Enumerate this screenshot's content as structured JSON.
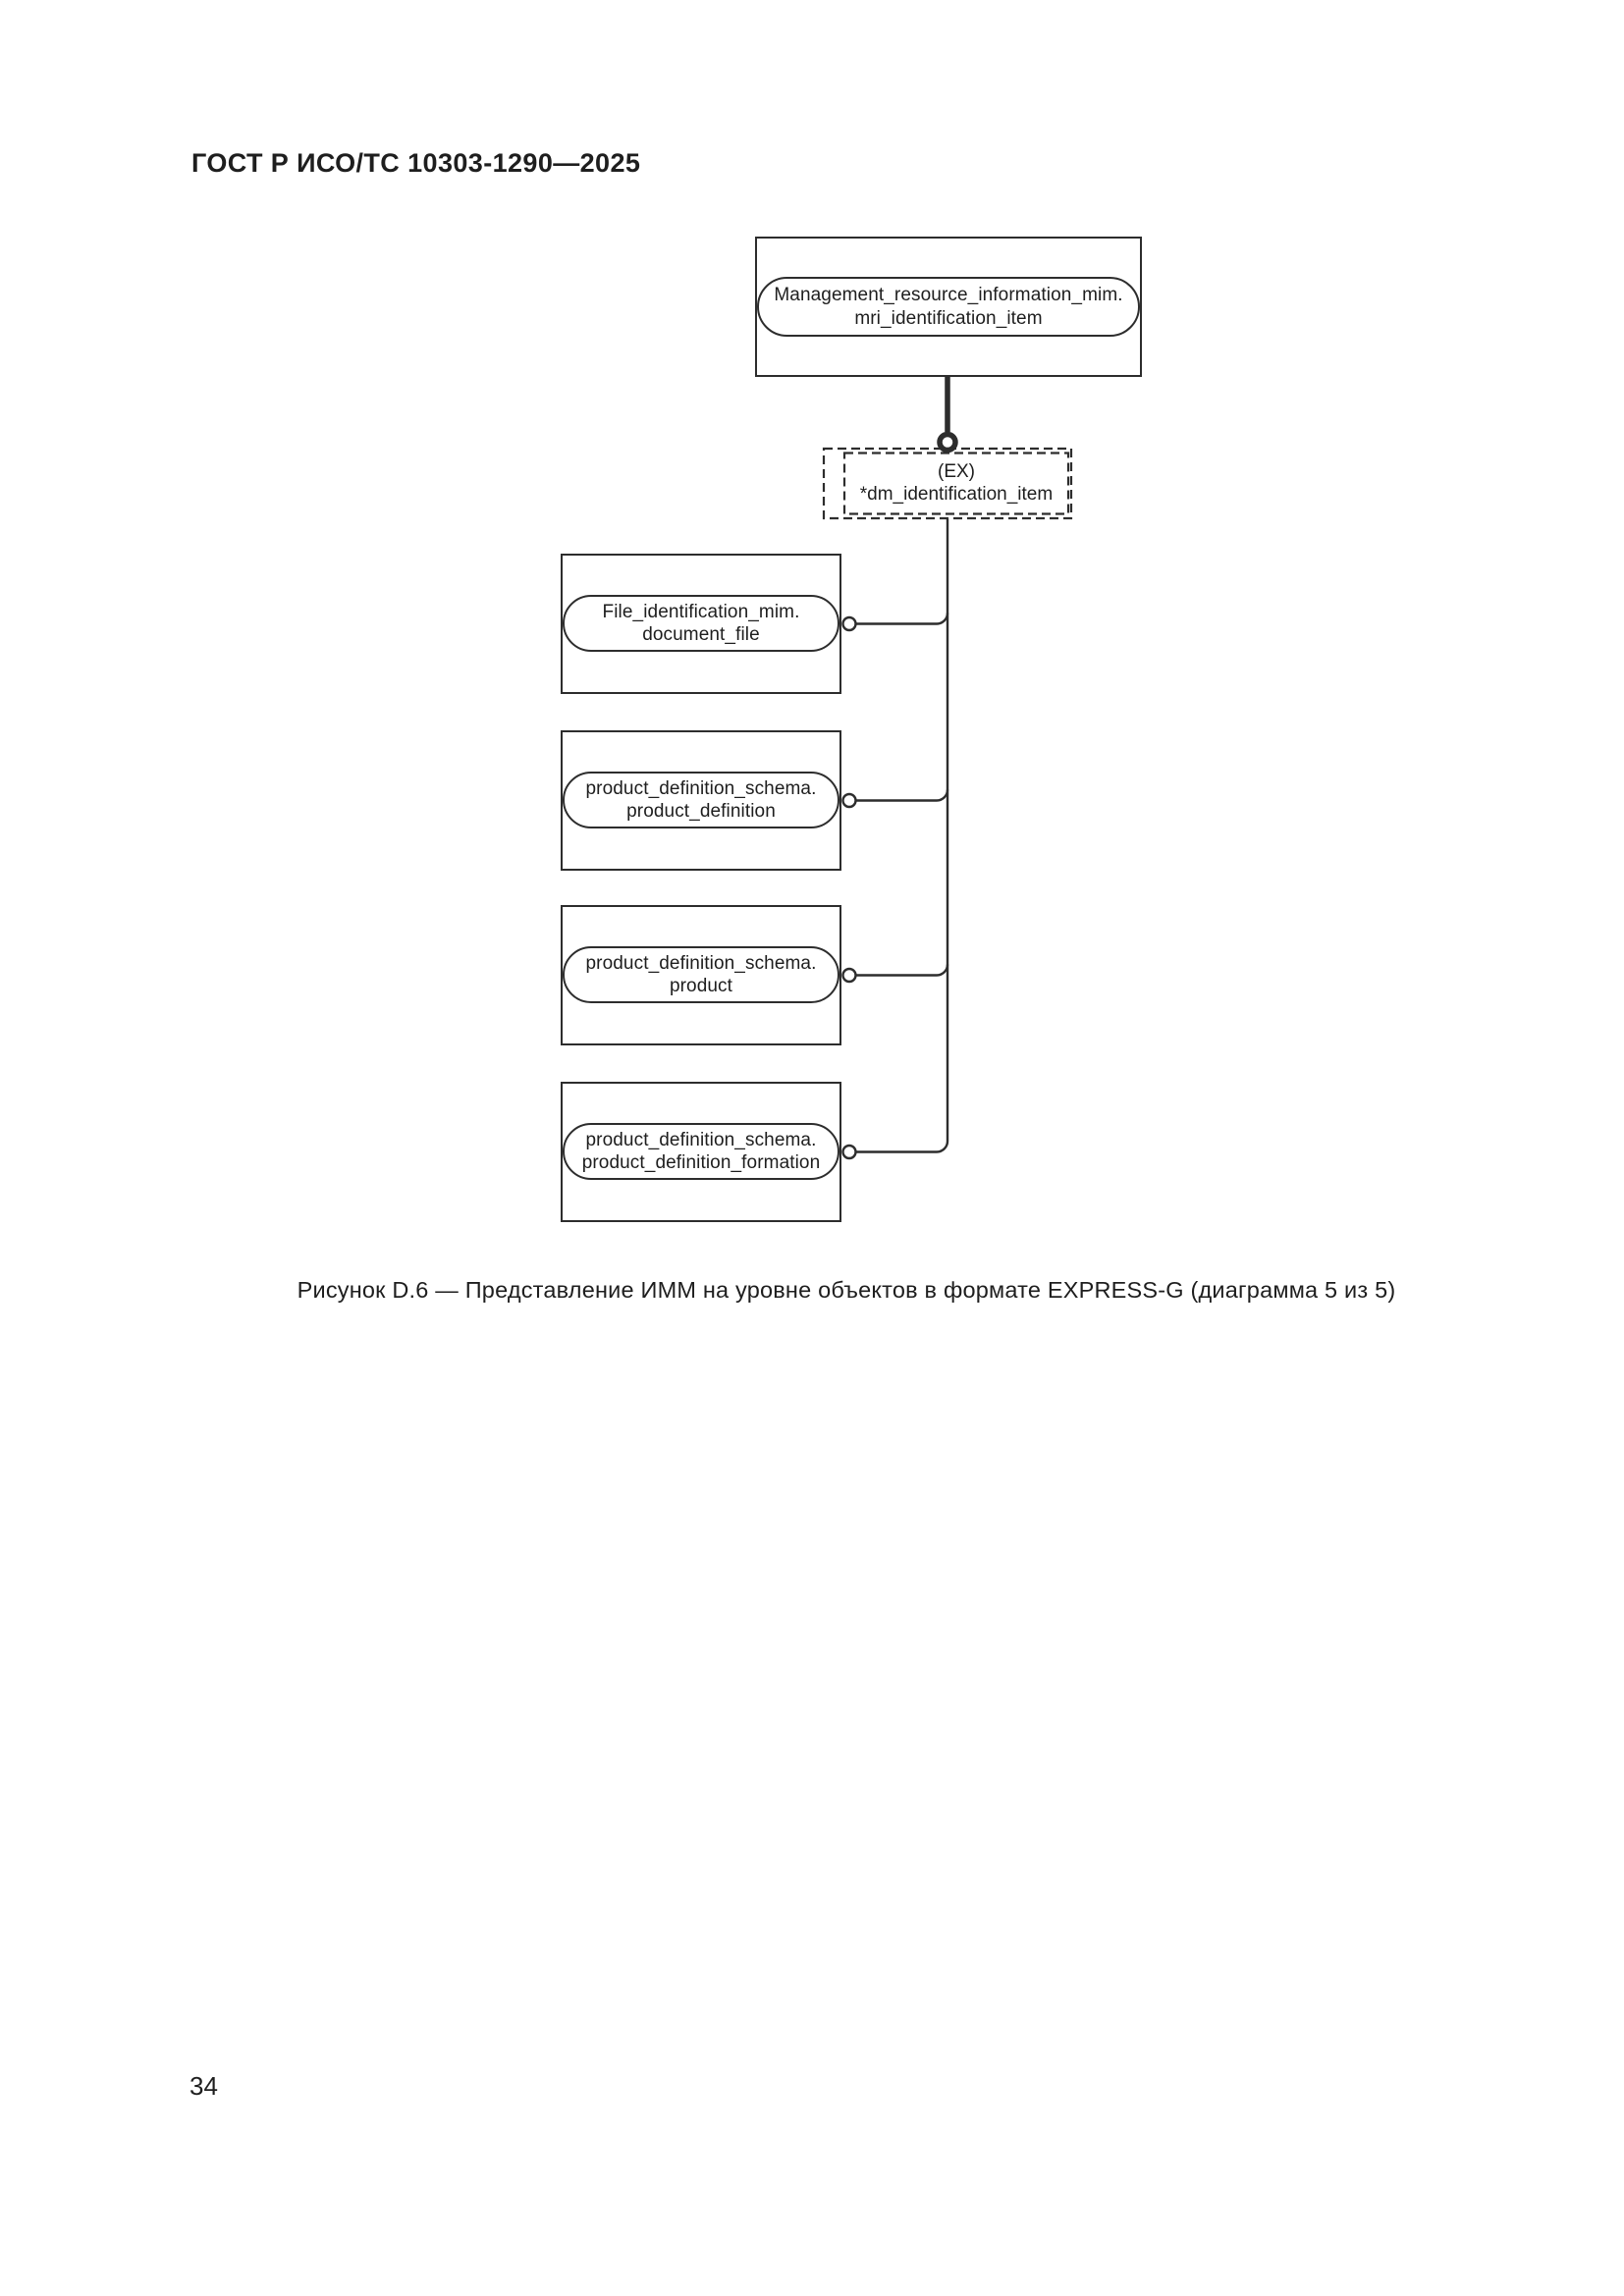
{
  "document": {
    "header": "ГОСТ Р ИСО/ТС 10303-1290—2025",
    "page_number": "34",
    "caption": "Рисунок D.6 — Представление ИММ на уровне объектов в формате EXPRESS-G (диаграмма 5 из 5)"
  },
  "diagram": {
    "root_entity": {
      "line1": "Management_resource_information_mim.",
      "line2": "mri_identification_item"
    },
    "extensible_select": {
      "line1": "(EX)",
      "line2": "*dm_identification_item"
    },
    "items": [
      {
        "line1": "File_identification_mim.",
        "line2": "document_file"
      },
      {
        "line1": "product_definition_schema.",
        "line2": "product_definition"
      },
      {
        "line1": "product_definition_schema.",
        "line2": "product"
      },
      {
        "line1": "product_definition_schema.",
        "line2": "product_definition_formation"
      }
    ]
  }
}
